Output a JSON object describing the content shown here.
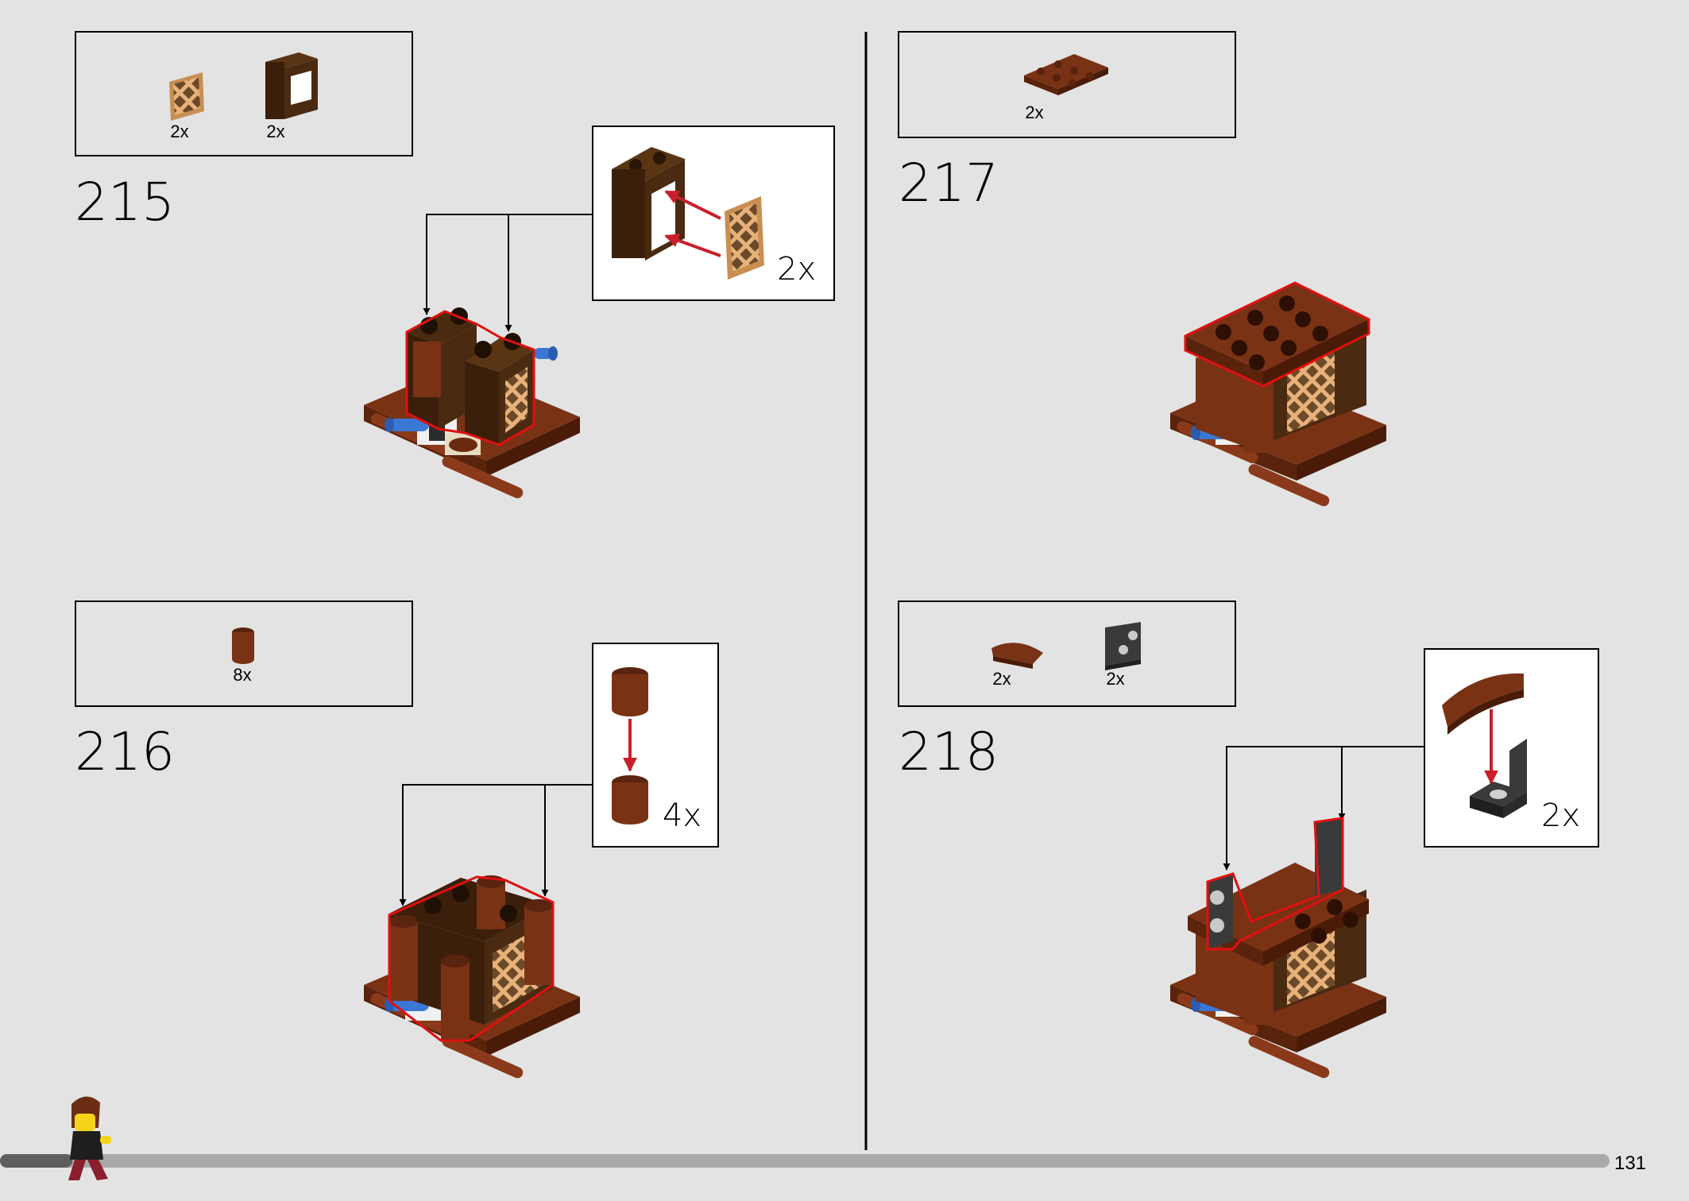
{
  "steps": [
    {
      "number": "215",
      "parts": [
        {
          "qty": "2x"
        },
        {
          "qty": "2x"
        }
      ],
      "callout_qty": "2x"
    },
    {
      "number": "216",
      "parts": [
        {
          "qty": "8x"
        }
      ],
      "callout_qty": "4x"
    },
    {
      "number": "217",
      "parts": [
        {
          "qty": "2x"
        }
      ]
    },
    {
      "number": "218",
      "parts": [
        {
          "qty": "2x"
        },
        {
          "qty": "2x"
        }
      ],
      "callout_qty": "2x"
    }
  ],
  "page_number": "131",
  "progress": {
    "fraction": 0.045
  },
  "colors": {
    "background": "#e3e3e3",
    "reddish_brown": "#7a3215",
    "dark_brown": "#3b1f0b",
    "tan_lattice": "#e7b27a",
    "blue": "#3a78d6",
    "highlight_red": "#e01010",
    "arrow_red": "#c8202a"
  }
}
